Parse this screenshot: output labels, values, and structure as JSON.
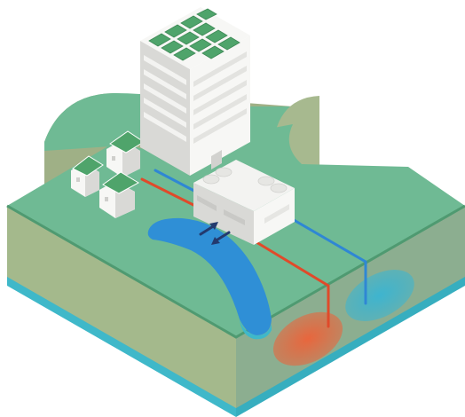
{
  "colors": {
    "background": "#ffffff",
    "ground_top": "#6fba94",
    "ground_top_dark": "#5fa883",
    "ground_edge": "#4f9a71",
    "soil_left": "#a4b98c",
    "soil_right": "#8cae90",
    "soil_back": "#9fb086",
    "water_layer": "#3fb8c9",
    "river": "#2f8fd6",
    "river_edge": "#2a7fc3",
    "pipe_hot": "#e04a2a",
    "pipe_cold": "#2f87d4",
    "aquifer_warm": "#e8663d",
    "aquifer_cold": "#3eb4cf",
    "building_white": "#f7f7f5",
    "building_shade": "#d9d9d6",
    "solar_panel": "#4fa46b",
    "solar_frame": "#3f8a57",
    "exchange_arrows": "#233a6e"
  },
  "elements": [
    {
      "id": "office-tower",
      "icon": "office-building-icon",
      "solar_roof": true
    },
    {
      "id": "houses",
      "icon": "house-icon",
      "count": 3,
      "solar_roof": true
    },
    {
      "id": "energy-plant",
      "icon": "heat-pump-station-icon"
    },
    {
      "id": "river",
      "icon": "river-icon"
    },
    {
      "id": "heat-exchange",
      "icon": "bidirectional-arrows-icon"
    },
    {
      "id": "hot-pipe",
      "icon": "hot-pipe-icon"
    },
    {
      "id": "cold-pipe",
      "icon": "cold-pipe-icon"
    },
    {
      "id": "warm-aquifer",
      "icon": "warm-aquifer-icon"
    },
    {
      "id": "cold-aquifer",
      "icon": "cold-aquifer-icon"
    }
  ]
}
